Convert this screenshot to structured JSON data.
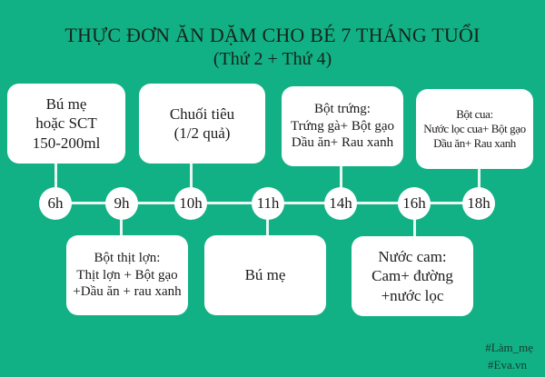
{
  "header": {
    "title": "THỰC ĐƠN ĂN DẶM CHO BÉ 7 THÁNG TUỔI",
    "subtitle": "(Thứ 2 + Thứ 4)"
  },
  "colors": {
    "background": "#12b185",
    "box": "#ffffff",
    "connector": "#e9f7f1",
    "text": "#1b1b1b"
  },
  "timeline": {
    "times": [
      "6h",
      "9h",
      "10h",
      "11h",
      "14h",
      "16h",
      "18h"
    ]
  },
  "meals": {
    "t6h": {
      "time": "6h",
      "position": "top",
      "lines": [
        "Bú mẹ",
        "hoặc SCT",
        "150-200ml"
      ]
    },
    "t9h": {
      "time": "9h",
      "position": "bottom",
      "lines": [
        "Bột thịt lợn:",
        "Thịt lợn + Bột gạo",
        "+Dầu ăn + rau xanh"
      ]
    },
    "t10h": {
      "time": "10h",
      "position": "top",
      "lines": [
        "Chuối tiêu",
        "(1/2 quả)"
      ]
    },
    "t11h": {
      "time": "11h",
      "position": "bottom",
      "lines": [
        "Bú mẹ"
      ]
    },
    "t14h": {
      "time": "14h",
      "position": "top",
      "lines": [
        "Bột trứng:",
        "Trứng gà+ Bột gạo",
        "Dầu ăn+ Rau xanh"
      ]
    },
    "t16h": {
      "time": "16h",
      "position": "bottom",
      "lines": [
        "Nước cam:",
        "Cam+ đường",
        "+nước lọc"
      ]
    },
    "t18h": {
      "time": "18h",
      "position": "top",
      "lines": [
        "Bột cua:",
        "Nước lọc cua+ Bột gạo",
        "Dầu ăn+ Rau xanh"
      ]
    }
  },
  "footer": {
    "tags": [
      "#Làm_mẹ",
      "#Eva.vn"
    ]
  }
}
